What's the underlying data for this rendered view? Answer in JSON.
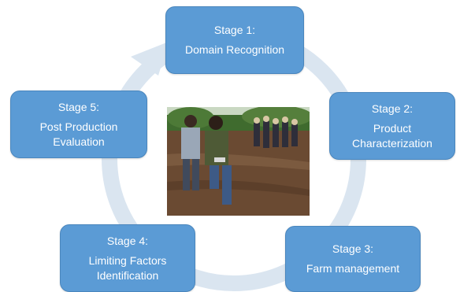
{
  "diagram": {
    "ring_color": "#dae5f0",
    "box_color": "#5b9bd5",
    "stages": [
      {
        "title": "Stage 1:",
        "lines": [
          "Domain Recognition"
        ]
      },
      {
        "title": "Stage 2:",
        "lines": [
          "Product",
          "Characterization"
        ]
      },
      {
        "title": "Stage 3:",
        "lines": [
          "Farm management"
        ]
      },
      {
        "title": "Stage 4:",
        "lines": [
          "Limiting Factors",
          "Identification"
        ]
      },
      {
        "title": "Stage 5:",
        "lines": [
          "Post Production",
          "Evaluation"
        ]
      }
    ],
    "center_image": "photo of people planting in a tilled field"
  }
}
